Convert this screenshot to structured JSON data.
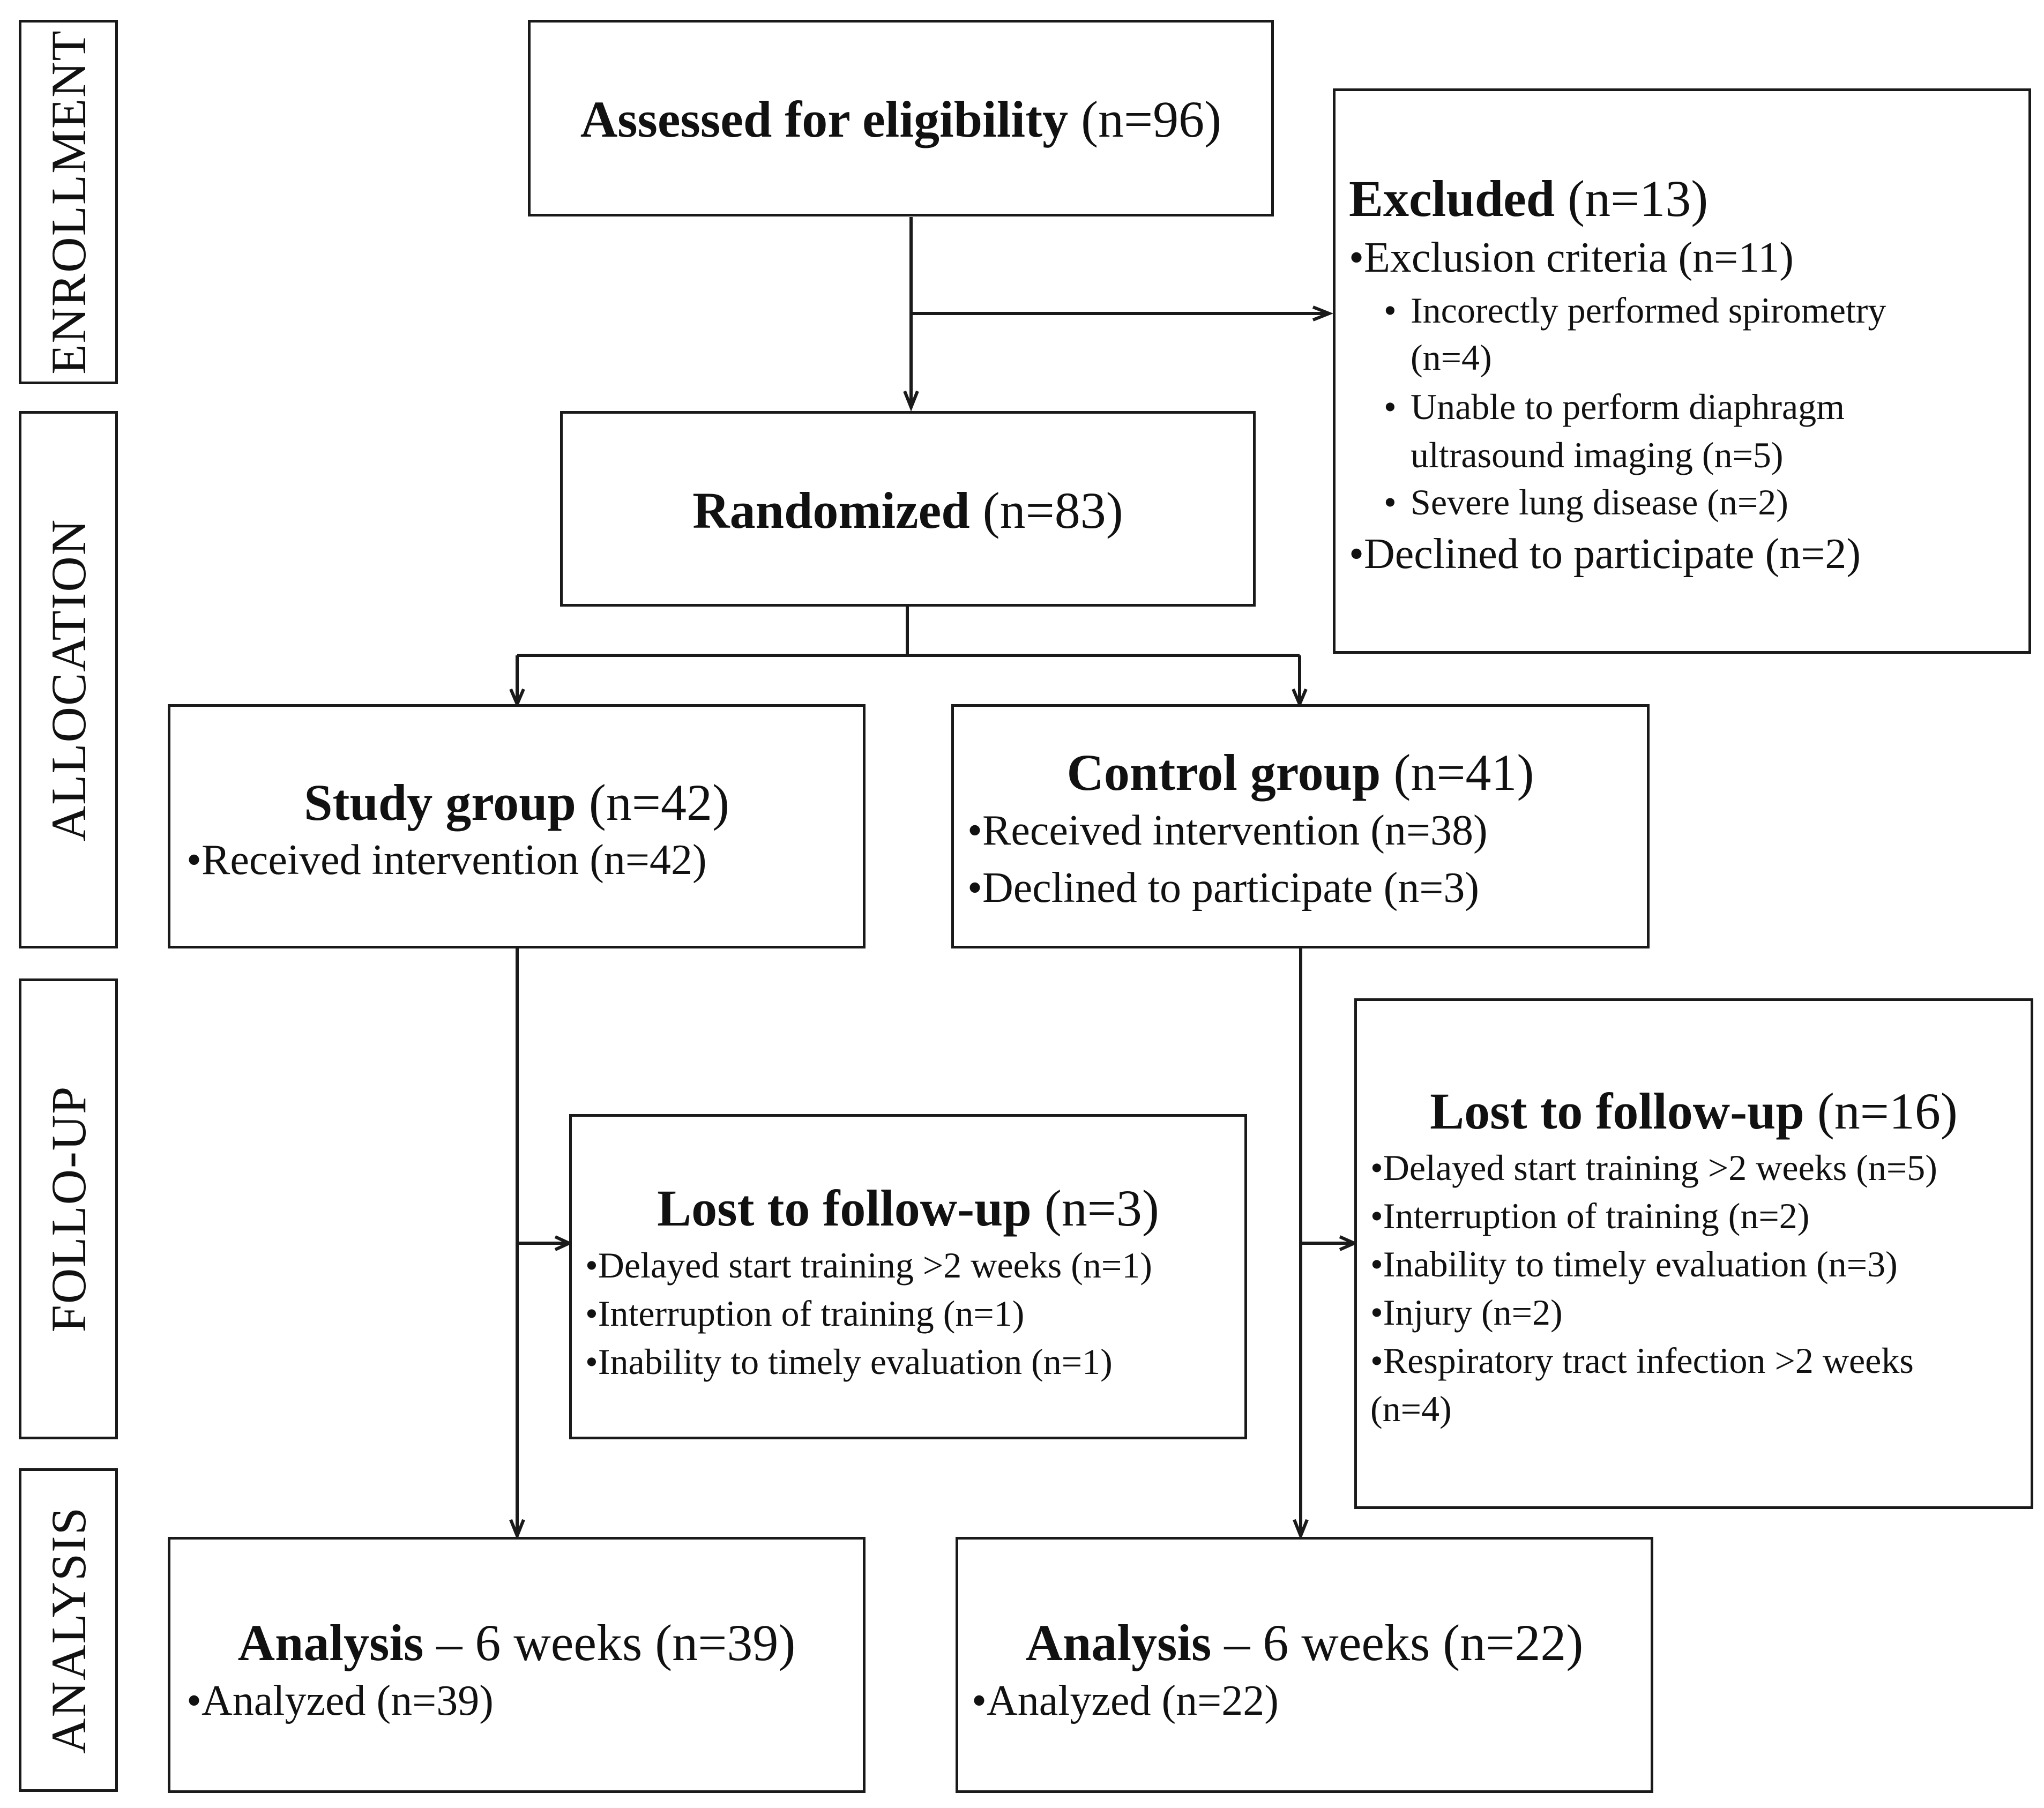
{
  "phases": {
    "enrollment": "ENROLLMENT",
    "allocation": "ALLOCATION",
    "followup": "FOLLO-UP",
    "analysis": "ANALYSIS"
  },
  "assessed": {
    "title_bold": "Assessed for eligibility",
    "title_count": " (n=96)"
  },
  "excluded": {
    "title_bold": "Excluded",
    "title_count": " (n=13)",
    "exclusion_criteria": "•Exclusion criteria (n=11)",
    "sub_bullet": "•",
    "sub1_line1": "Incorectly performed spirometry",
    "sub1_line2": "(n=4)",
    "sub2_line1": "Unable to perform diaphragm",
    "sub2_line2": "ultrasound imaging (n=5)",
    "sub3_line1": "Severe lung disease (n=2)",
    "declined": "•Declined to participate (n=2)"
  },
  "randomized": {
    "title_bold": "Randomized",
    "title_count": " (n=83)"
  },
  "study_group": {
    "title_bold": "Study group",
    "title_count": " (n=42)",
    "line1": "•Received intervention (n=42)"
  },
  "control_group": {
    "title_bold": "Control group",
    "title_count": " (n=41)",
    "line1": "•Received intervention (n=38)",
    "line2": "•Declined to participate (n=3)"
  },
  "lost_study": {
    "title_bold": "Lost to follow-up",
    "title_count": " (n=3)",
    "line1": "•Delayed start training >2 weeks (n=1)",
    "line2": "•Interruption of training (n=1)",
    "line3": "•Inability to timely evaluation (n=1)"
  },
  "lost_control": {
    "title_bold": "Lost to follow-up",
    "title_count": " (n=16)",
    "line1": "•Delayed start training >2 weeks (n=5)",
    "line2": "•Interruption of training (n=2)",
    "line3": "•Inability to timely evaluation (n=3)",
    "line4": "•Injury (n=2)",
    "line5": "•Respiratory tract infection >2 weeks",
    "line6": "(n=4)"
  },
  "analysis_study": {
    "title_bold": "Analysis",
    "title_rest": " – 6 weeks (n=39)",
    "line1": "•Analyzed (n=39)"
  },
  "analysis_control": {
    "title_bold": "Analysis",
    "title_rest": " – 6 weeks (n=22)",
    "line1": "•Analyzed (n=22)"
  }
}
